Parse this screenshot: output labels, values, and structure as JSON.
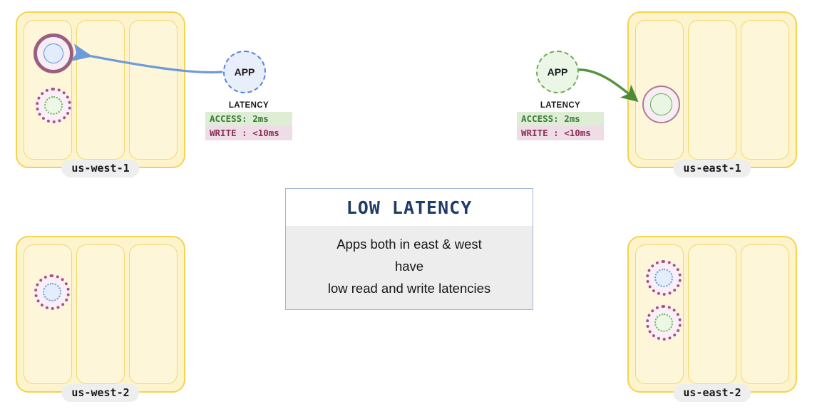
{
  "regions": [
    {
      "id": "us-west-1",
      "label": "us-west-1",
      "nodes": [
        {
          "kind": "leader-blue",
          "ring": "solid-thick",
          "core": "blue-solid"
        },
        {
          "kind": "replica-green",
          "ring": "dotted",
          "core": "green-dotted"
        }
      ]
    },
    {
      "id": "us-east-1",
      "label": "us-east-1",
      "nodes": [
        {
          "kind": "leader-green",
          "ring": "solid-thin",
          "core": "green-solid"
        }
      ]
    },
    {
      "id": "us-west-2",
      "label": "us-west-2",
      "nodes": [
        {
          "kind": "replica-blue",
          "ring": "dotted",
          "core": "blue-dotted"
        }
      ]
    },
    {
      "id": "us-east-2",
      "label": "us-east-2",
      "nodes": [
        {
          "kind": "replica-blue",
          "ring": "dotted",
          "core": "blue-dotted"
        },
        {
          "kind": "replica-green",
          "ring": "dotted",
          "core": "green-dotted"
        }
      ]
    }
  ],
  "apps": [
    {
      "id": "app-west",
      "label": "APP",
      "color": "#5b84d6"
    },
    {
      "id": "app-east",
      "label": "APP",
      "color": "#6fae54"
    }
  ],
  "latency_west": {
    "title": "LATENCY",
    "access_label": "ACCESS: 2ms",
    "write_label": "WRITE : <10ms"
  },
  "latency_east": {
    "title": "LATENCY",
    "access_label": "ACCESS: 2ms",
    "write_label": "WRITE : <10ms"
  },
  "callout": {
    "title": "LOW LATENCY",
    "line1": "Apps both in east & west",
    "line2": "have",
    "line3": "low read and write latencies"
  },
  "colors": {
    "region_fill": "#fdf3cd",
    "region_border": "#f2d44f",
    "az_fill": "#fdf6d9",
    "ring_leader": "#9c5e7e",
    "ring_follower": "#b07a97",
    "ring_dotted": "#a9527c",
    "app_blue": "#5b84d6",
    "app_green": "#6fae54",
    "arrow_blue": "#6d9ad8",
    "arrow_green": "#56933f",
    "callout_title": "#1f3c68",
    "callout_body_bg": "#ededed",
    "access_bg": "#ddeed4",
    "access_fg": "#3d7a3a",
    "write_bg": "#eedce6",
    "write_fg": "#8a2f58"
  }
}
